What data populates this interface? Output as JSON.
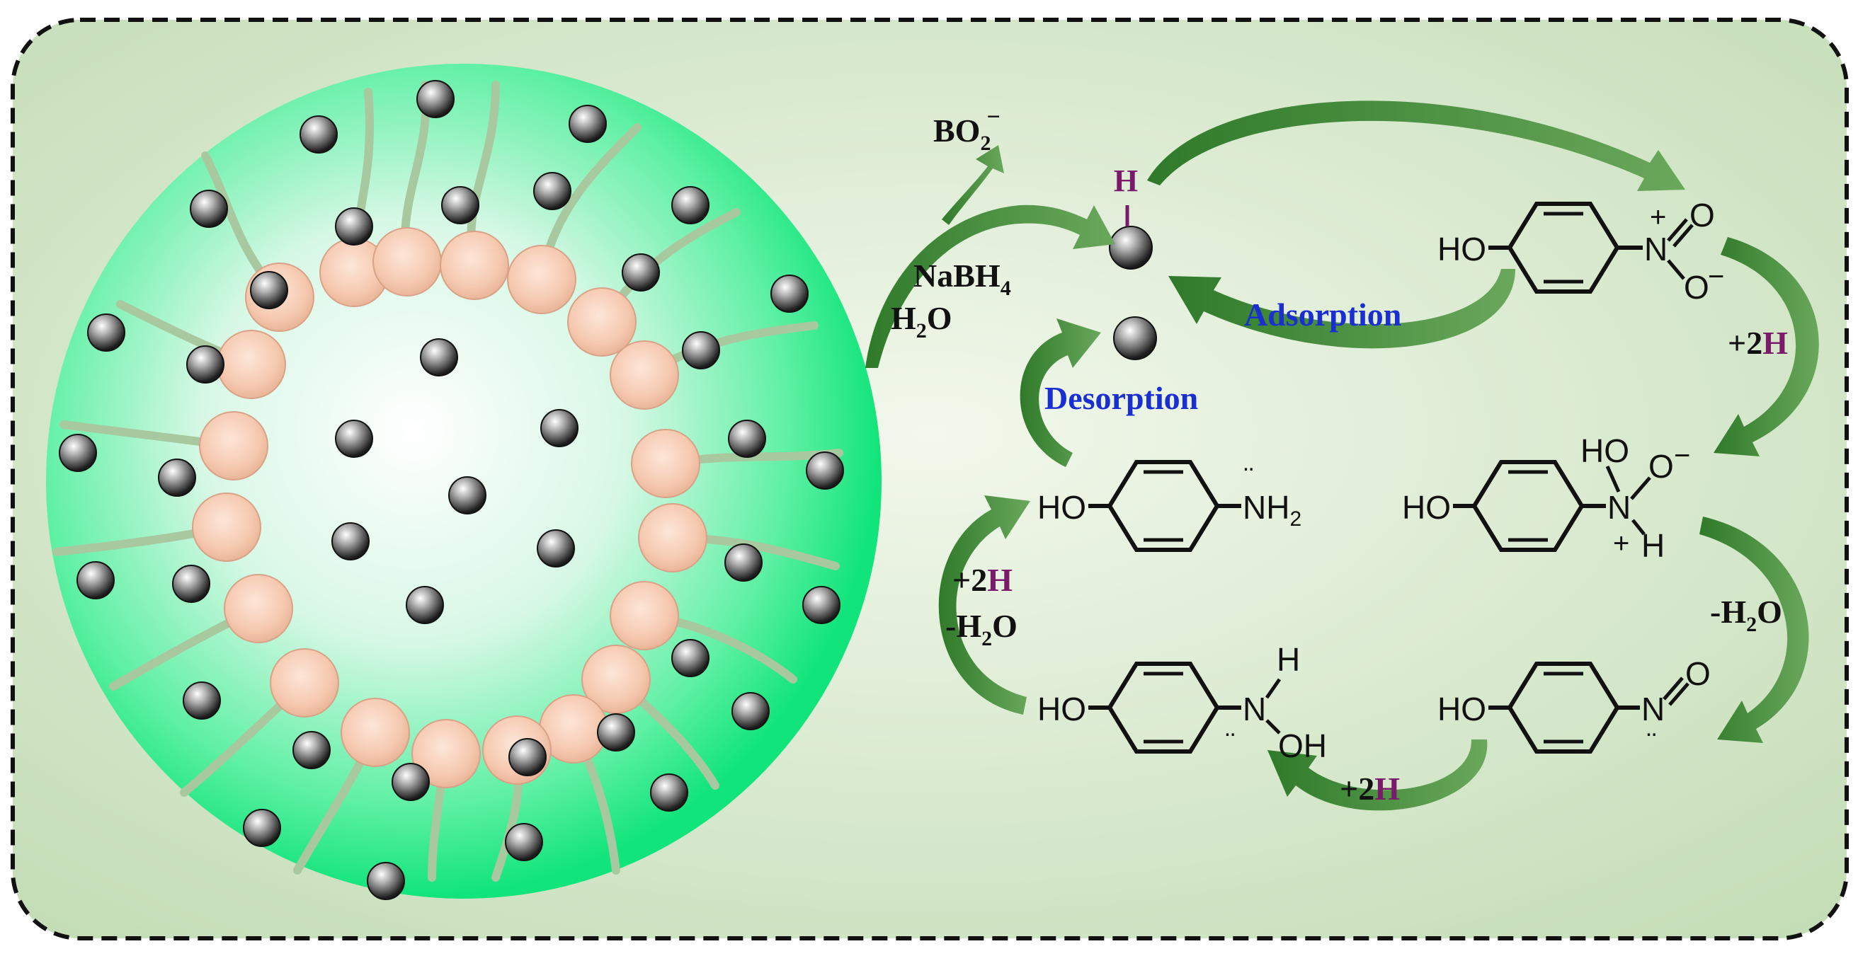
{
  "reagents": {
    "borate": "BO",
    "borate_sub": "2",
    "borate_charge": "−",
    "nabh4": "NaBH",
    "nabh4_sub": "4",
    "water_h": "H",
    "water_sub": "2",
    "water_o": "O"
  },
  "surface": {
    "adsorbed_h": "H"
  },
  "labels": {
    "adsorption": "Adsorption",
    "desorption": "Desorption"
  },
  "steps": {
    "plus": "+2",
    "h": "H",
    "minus_h2o_prefix": "-H",
    "minus_h2o_sub": "2",
    "minus_h2o_suffix": "O"
  },
  "molecules": {
    "ho": "HO",
    "nitro_n": "N",
    "nitro_o": "O",
    "plus": "+",
    "minus": "−",
    "n": "N",
    "ho_top": "HO",
    "h": "H",
    "amine": "NH",
    "amine_sub": "2",
    "oh": "OH",
    "lone_pair": "¨"
  },
  "colors": {
    "panel_bg": "#dcebd2",
    "sphere_core": "#ffffff",
    "sphere_edge": "#10e47a",
    "arrow_green": "#3f8a38",
    "hydrogen_purple": "#7a1a6a",
    "label_blue": "#1a2fd0",
    "headgroup": "#f6c9b0",
    "tail": "#a8c8a0"
  }
}
